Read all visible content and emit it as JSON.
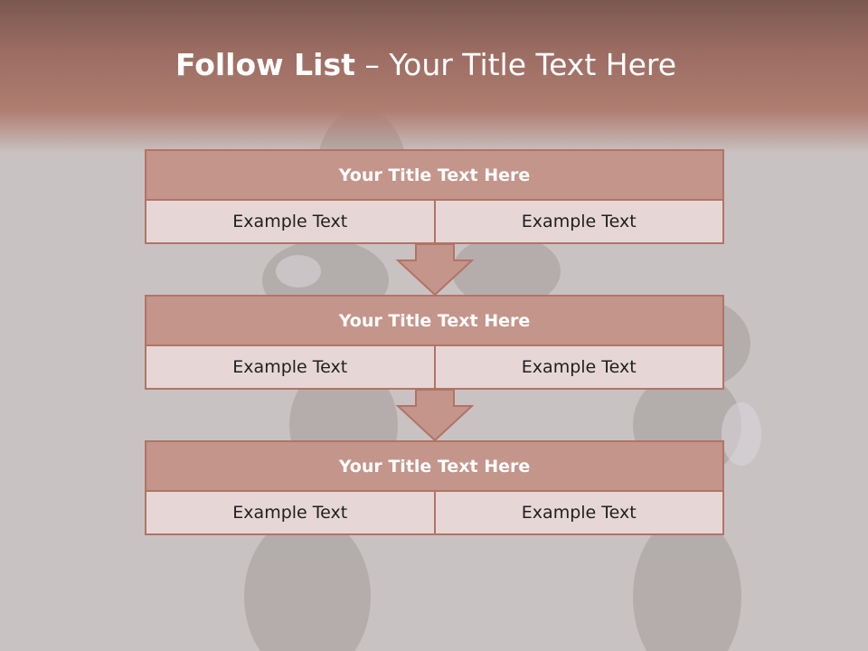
{
  "slide": {
    "title_bold": "Follow List",
    "title_rest": " – Your Title Text Here"
  },
  "blocks": [
    {
      "title": "Your Title Text Here",
      "left": "Example Text",
      "right": "Example Text"
    },
    {
      "title": "Your Title Text Here",
      "left": "Example Text",
      "right": "Example Text"
    },
    {
      "title": "Your Title Text Here",
      "left": "Example Text",
      "right": "Example Text"
    }
  ],
  "colors": {
    "header": "#9c6d63",
    "block_title_fill": "#c4958a",
    "block_border": "#b27367",
    "cell_fill": "#e6d7d6",
    "background": "#c8c3c2"
  },
  "icons": {
    "connector": "down-arrow-icon"
  }
}
